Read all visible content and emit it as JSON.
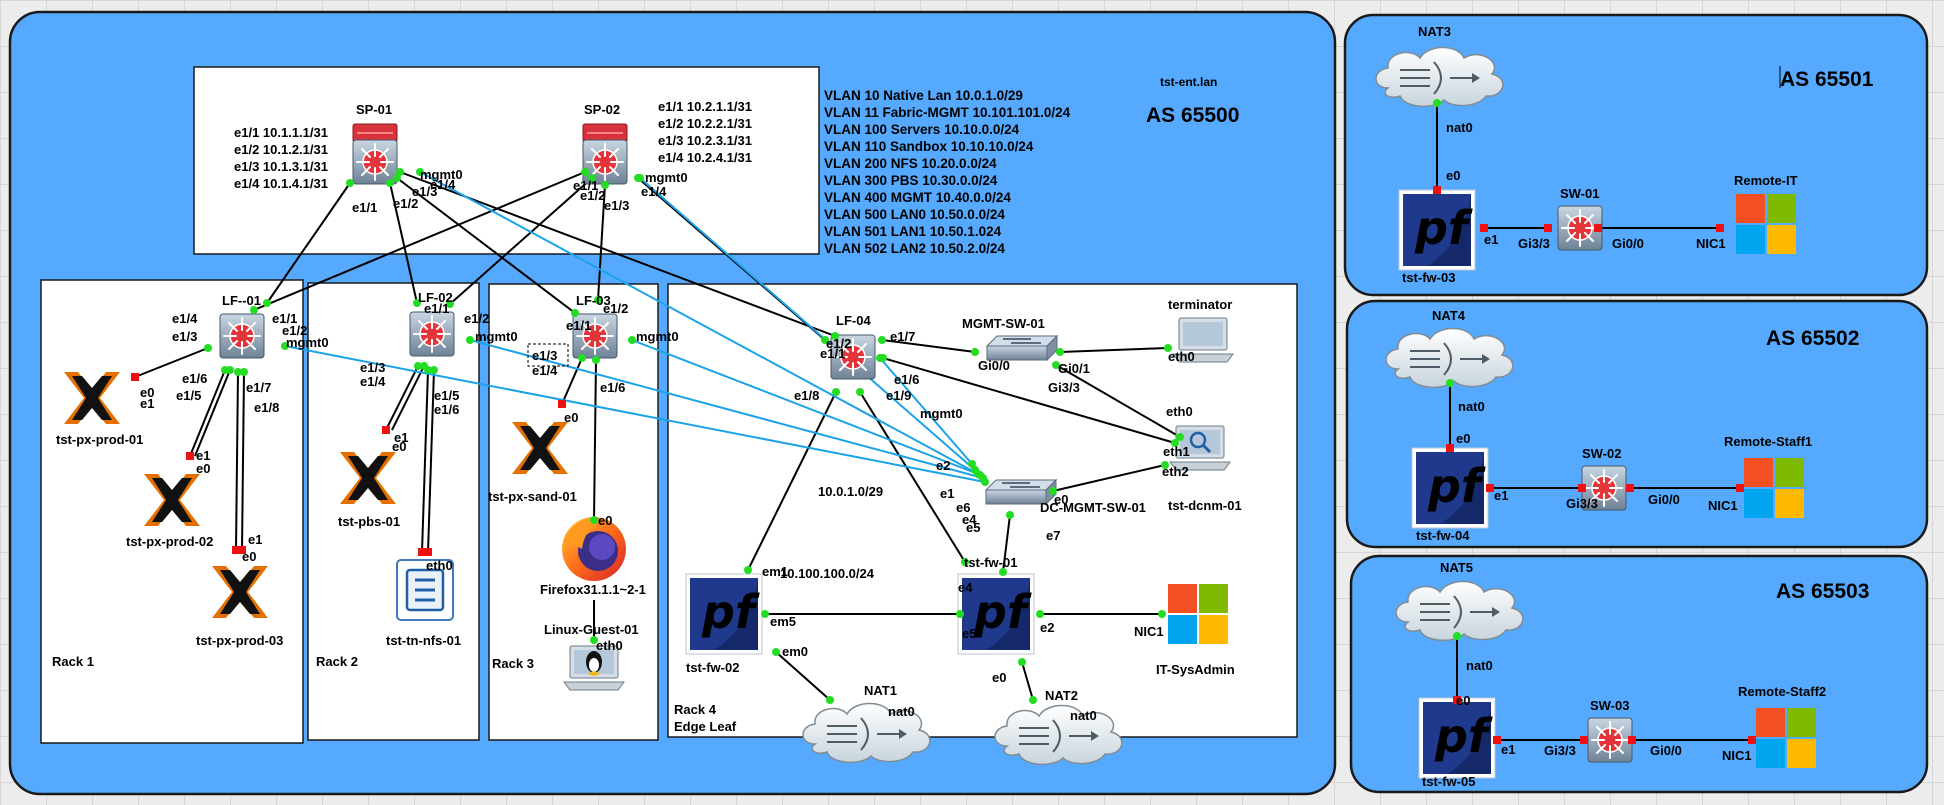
{
  "main_site": {
    "domain": "tst-ent.lan",
    "as": "AS 65500",
    "vlans": [
      "VLAN 10 Native Lan 10.0.1.0/29",
      "VLAN 11 Fabric-MGMT 10.101.101.0/24",
      "VLAN 100 Servers 10.10.0.0/24",
      "VLAN 110 Sandbox 10.10.10.0/24",
      "VLAN 200 NFS 10.20.0.0/24",
      "VLAN 300 PBS 10.30.0.0/24",
      "VLAN 400 MGMT 10.40.0.0/24",
      "VLAN 500 LAN0 10.50.0.0/24",
      "VLAN 501 LAN1 10.50.1.024",
      "VLAN 502 LAN2 10.50.2.0/24"
    ],
    "sp01": {
      "name": "SP-01",
      "ips": [
        "e1/1 10.1.1.1/31",
        "e1/2 10.1.2.1/31",
        "e1/3 10.1.3.1/31",
        "e1/4 10.1.4.1/31"
      ],
      "ports": {
        "mgmt": "mgmt0",
        "p4": "e1/4",
        "p3": "e1/3",
        "p1": "e1/1",
        "p2": "e1/2"
      }
    },
    "sp02": {
      "name": "SP-02",
      "ips": [
        "e1/1 10.2.1.1/31",
        "e1/2 10.2.2.1/31",
        "e1/3 10.2.3.1/31",
        "e1/4 10.2.4.1/31"
      ],
      "ports": {
        "p1": "e1/1",
        "p2": "e1/2",
        "p3": "e1/3",
        "mgmt": "mgmt0",
        "p4": "e1/4"
      }
    },
    "racks": [
      {
        "label": "Rack 1",
        "leaf": "LF--01",
        "leaf_ports": {
          "p4": "e1/4",
          "p3": "e1/3",
          "p1": "e1/1",
          "p2": "e1/2",
          "mgmt": "mgmt0",
          "p6": "e1/6",
          "p5": "e1/5",
          "p7": "e1/7",
          "p8": "e1/8"
        },
        "hosts": [
          {
            "name": "tst-px-prod-01",
            "ports": [
              "e0",
              "e1"
            ]
          },
          {
            "name": "tst-px-prod-02",
            "ports": [
              "e1",
              "e0"
            ]
          },
          {
            "name": "tst-px-prod-03",
            "ports": [
              "e1",
              "e0"
            ]
          }
        ]
      },
      {
        "label": "Rack 2",
        "leaf": "LF-02",
        "leaf_ports": {
          "p1": "e1/1",
          "p2": "e1/2",
          "mgmt": "mgmt0",
          "p3": "e1/3",
          "p4": "e1/4",
          "p5": "e1/5",
          "p6": "e1/6"
        },
        "hosts": [
          {
            "name": "tst-pbs-01",
            "ports": [
              "e1",
              "e0"
            ]
          },
          {
            "name": "tst-tn-nfs-01",
            "ports": [
              "eth0"
            ]
          }
        ]
      },
      {
        "label": "Rack 3",
        "leaf": "LF-03",
        "leaf_ports": {
          "p1": "e1/1",
          "p2": "e1/2",
          "mgmt": "mgmt0",
          "p3": "e1/3",
          "p4": "e1/4",
          "p6": "e1/6"
        },
        "hosts": [
          {
            "name": "tst-px-sand-01",
            "ports": [
              "e0"
            ]
          },
          {
            "name": "Firefox31.1.1~2-1",
            "ports": [
              "e0"
            ]
          },
          {
            "name": "Linux-Guest-01",
            "ports": [
              "eth0"
            ]
          }
        ]
      },
      {
        "label": "Rack 4",
        "sublabel": "Edge Leaf",
        "leaf": "LF-04",
        "leaf_ports": {
          "p2": "e1/2",
          "p1": "e1/1",
          "p7": "e1/7",
          "p6": "e1/6",
          "p9": "e1/9",
          "p8": "e1/8",
          "mgmt": "mgmt0"
        }
      }
    ],
    "mgmt_sw": {
      "name": "MGMT-SW-01",
      "ports": [
        "Gi0/0",
        "Gi0/1",
        "Gi3/3"
      ]
    },
    "terminator": {
      "name": "terminator",
      "port": "eth0"
    },
    "dcnm": {
      "name": "tst-dcnm-01",
      "ports": [
        "eth0",
        "eth1",
        "eth2"
      ]
    },
    "dc_mgmt_sw": {
      "name": "DC-MGMT-SW-01",
      "ports": [
        "e2",
        "e1",
        "e6",
        "e4",
        "e5",
        "e0",
        "e7"
      ]
    },
    "fw01": {
      "name": "tst-fw-01",
      "ports": [
        "e4",
        "e5",
        "e2",
        "e0"
      ]
    },
    "fw02": {
      "name": "tst-fw-02",
      "ports": [
        "em1",
        "em5",
        "em0"
      ]
    },
    "subnet_native": "10.0.1.0/29",
    "subnet_wan": "10.100.100.0/24",
    "nat1": {
      "name": "NAT1",
      "port": "nat0"
    },
    "nat2": {
      "name": "NAT2",
      "port": "nat0"
    },
    "sysadmin": {
      "name": "IT-SysAdmin",
      "port": "NIC1"
    }
  },
  "remote_sites": [
    {
      "as": "AS 65501",
      "nat": "NAT3",
      "nat_port": "nat0",
      "fw": "tst-fw-03",
      "fw_in": "e0",
      "fw_out": "e1",
      "sw": "SW-01",
      "sw_in": "Gi3/3",
      "sw_out": "Gi0/0",
      "pc": "Remote-IT",
      "pc_port": "NIC1"
    },
    {
      "as": "AS 65502",
      "nat": "NAT4",
      "nat_port": "nat0",
      "fw": "tst-fw-04",
      "fw_in": "e0",
      "fw_out": "e1",
      "sw": "SW-02",
      "sw_in": "Gi3/3",
      "sw_out": "Gi0/0",
      "pc": "Remote-Staff1",
      "pc_port": "NIC1"
    },
    {
      "as": "AS 65503",
      "nat": "NAT5",
      "nat_port": "nat0",
      "fw": "tst-fw-05",
      "fw_in": "e0",
      "fw_out": "e1",
      "sw": "SW-03",
      "sw_in": "Gi3/3",
      "sw_out": "Gi0/0",
      "pc": "Remote-Staff2",
      "pc_port": "NIC1"
    }
  ],
  "colors": {
    "region_fill": "#55aaff",
    "region_stroke": "#1a1a1a",
    "box_fill": "#ffffff",
    "link": "#000000",
    "mgmt_link": "#1aa3e8",
    "port_up": "#22dd22",
    "port_down": "#ee1111"
  }
}
